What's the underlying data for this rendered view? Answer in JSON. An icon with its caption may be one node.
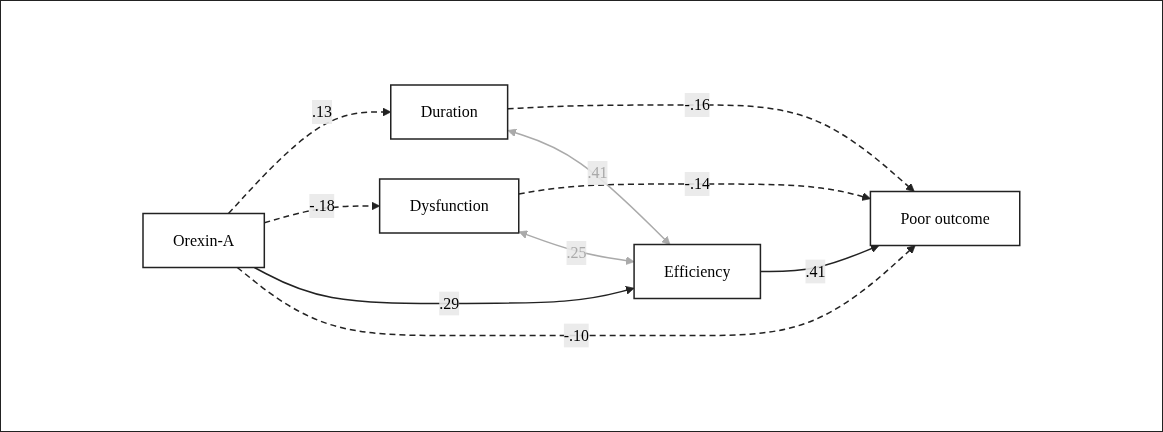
{
  "diagram": {
    "nodes": [
      {
        "text": [
          "Orexin-A"
        ]
      },
      {
        "text": [
          "Duration"
        ]
      },
      {
        "text": [
          "Dysfunction"
        ]
      },
      {
        "text": [
          "Efficiency"
        ]
      },
      {
        "text": [
          "Poor outcome"
        ]
      }
    ],
    "edges": [
      {
        "from": 0,
        "to": 1,
        "arrow": "to",
        "label": ".13",
        "style": "dashed"
      },
      {
        "from": 0,
        "to": 2,
        "arrow": "to",
        "label": "-.18",
        "style": "dashed"
      },
      {
        "from": 0,
        "to": 3,
        "arrow": "to",
        "label": ".29"
      },
      {
        "from": 0,
        "to": 4,
        "arrow": "to",
        "label": "-.10",
        "style": "dashed"
      },
      {
        "from": 1,
        "to": 4,
        "arrow": "to",
        "label": "-.16",
        "style": "dashed"
      },
      {
        "from": 2,
        "to": 4,
        "arrow": "to",
        "label": "-.14",
        "style": "dashed"
      },
      {
        "from": 3,
        "to": 4,
        "arrow": "to",
        "label": ".41"
      },
      {
        "from": 1,
        "to": 3,
        "arrow": "both",
        "label": ".41",
        "color": "#aaaaaa"
      },
      {
        "from": 2,
        "to": 3,
        "arrow": "both",
        "label": ".25",
        "color": "#aaaaaa"
      }
    ]
  }
}
